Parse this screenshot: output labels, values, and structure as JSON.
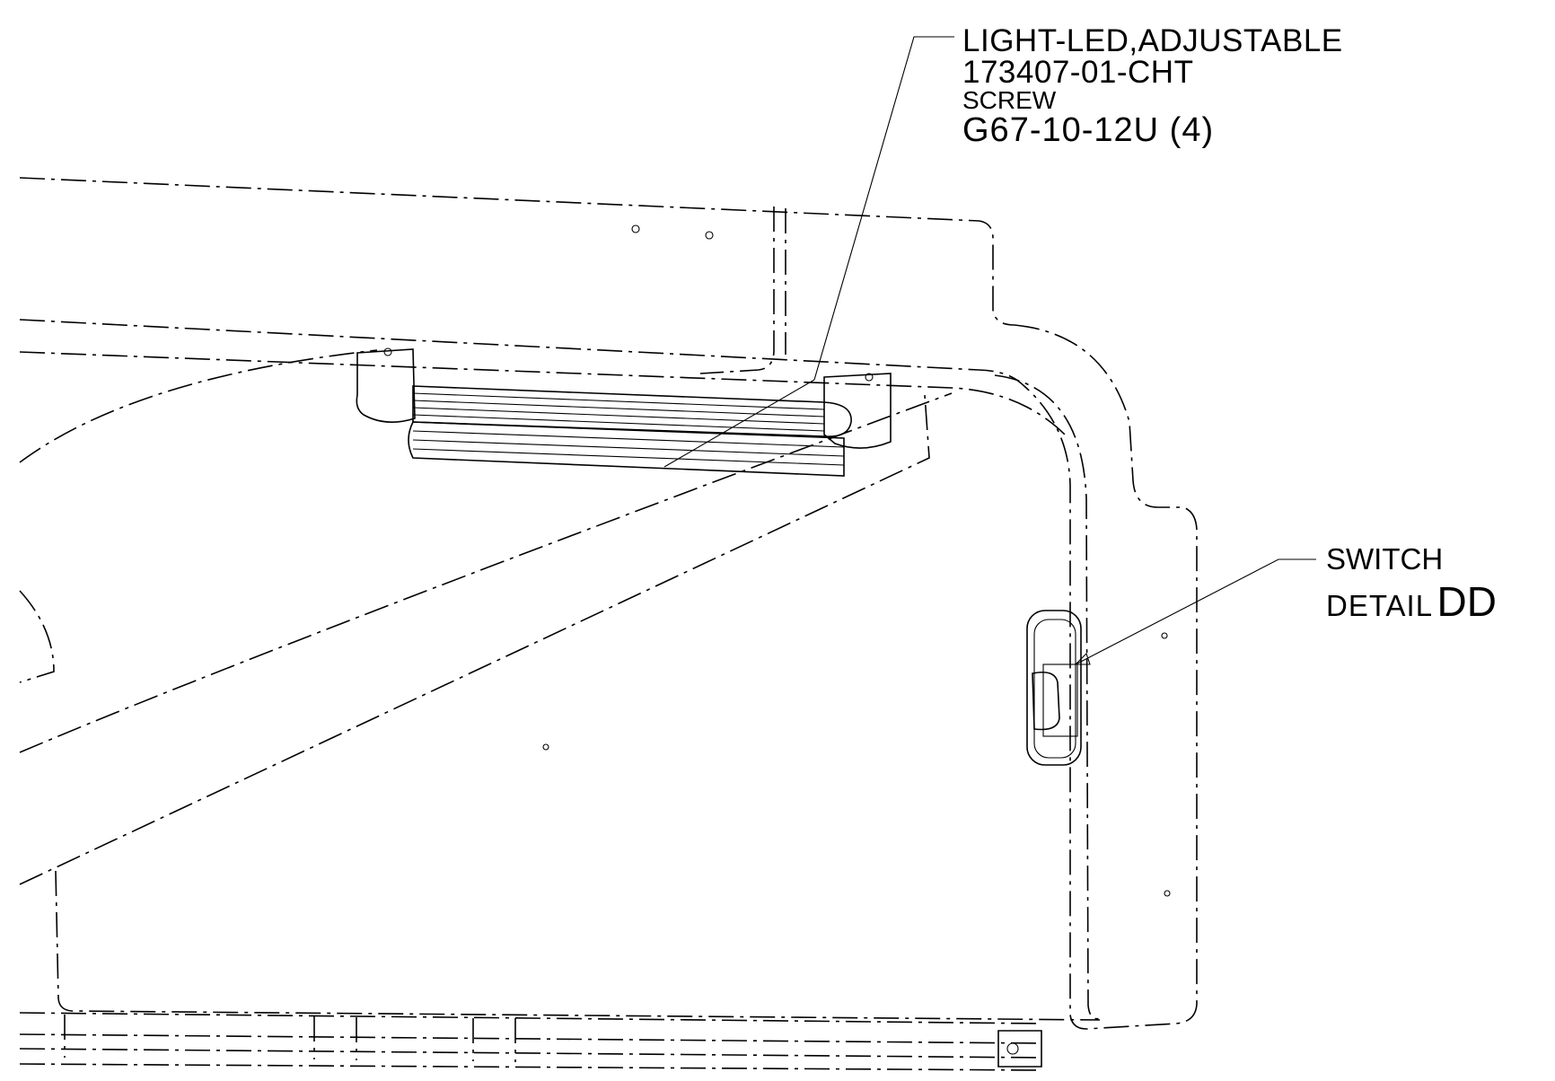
{
  "callouts": {
    "light": {
      "name": "LIGHT-LED,ADJUSTABLE",
      "part": "173407-01-CHT",
      "screw_label": "SCREW",
      "screw_part": "G67-10-12U (4)"
    },
    "switch": {
      "name": "SWITCH",
      "detail_prefix": "DETAIL",
      "detail_id": "DD"
    }
  }
}
